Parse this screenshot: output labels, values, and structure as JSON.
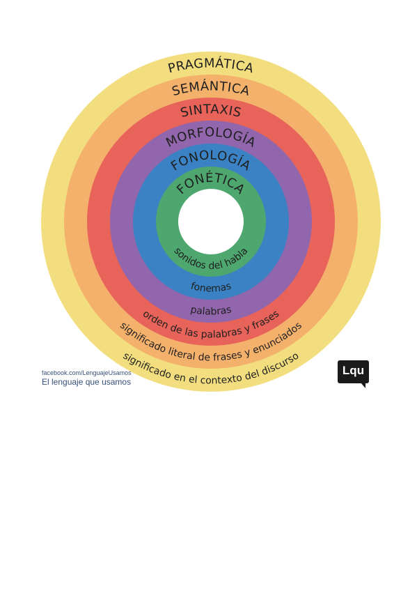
{
  "rings": [
    {
      "title": "PRAGMÁTICA",
      "description": "significado en el contexto del discurso",
      "color": "#f3de7f"
    },
    {
      "title": "SEMÁNTICA",
      "description": "significado literal de frases y enunciados",
      "color": "#f4b16c"
    },
    {
      "title": "SINTAXIS",
      "description": "orden de las palabras y frases",
      "color": "#e8635a"
    },
    {
      "title": "MORFOLOGÍA",
      "description": "palabras",
      "color": "#9166ac"
    },
    {
      "title": "FONOLOGÍA",
      "description": "fonemas",
      "color": "#3a82c4"
    },
    {
      "title": "FONÉTICA",
      "description": "sonidos del habla",
      "color": "#4ea76f"
    }
  ],
  "credit": {
    "url": "facebook.com/LenguajeUsamos",
    "name": "El lenguaje que usamos"
  },
  "logo": {
    "text": "Lqu"
  }
}
